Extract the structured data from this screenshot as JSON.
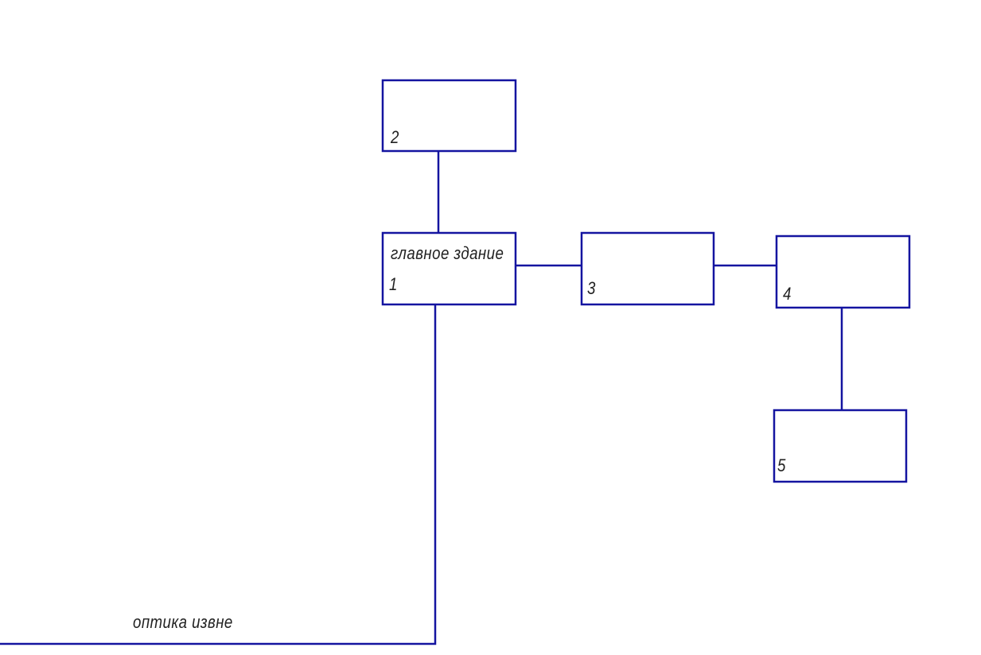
{
  "colors": {
    "line": "#1414a0",
    "text": "#222222"
  },
  "nodes": [
    {
      "id": "1",
      "number": "1",
      "title": "главное здание"
    },
    {
      "id": "2",
      "number": "2"
    },
    {
      "id": "3",
      "number": "3"
    },
    {
      "id": "4",
      "number": "4"
    },
    {
      "id": "5",
      "number": "5"
    }
  ],
  "edges": [
    [
      "2",
      "1"
    ],
    [
      "1",
      "3"
    ],
    [
      "3",
      "4"
    ],
    [
      "4",
      "5"
    ]
  ],
  "external_link": {
    "label": "оптика извне",
    "to": "1"
  }
}
